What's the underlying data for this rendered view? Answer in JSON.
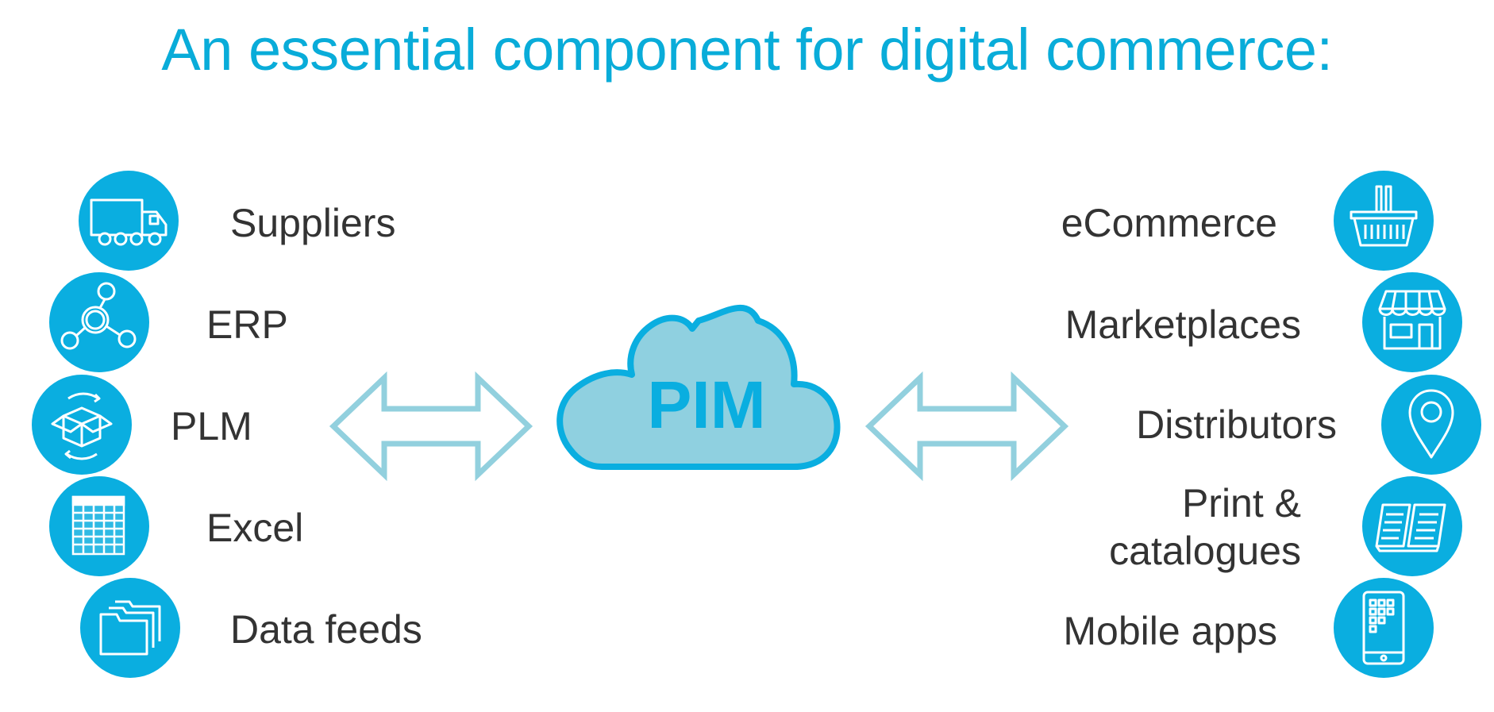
{
  "title": "An essential component for digital commerce:",
  "center": {
    "label": "PIM"
  },
  "sources": [
    {
      "label": "Suppliers",
      "icon": "truck-icon"
    },
    {
      "label": "ERP",
      "icon": "network-icon"
    },
    {
      "label": "PLM",
      "icon": "box-cycle-icon"
    },
    {
      "label": "Excel",
      "icon": "spreadsheet-icon"
    },
    {
      "label": "Data feeds",
      "icon": "folders-icon"
    }
  ],
  "channels": [
    {
      "label": "eCommerce",
      "icon": "basket-icon"
    },
    {
      "label": "Marketplaces",
      "icon": "storefront-icon"
    },
    {
      "label": "Distributors",
      "icon": "location-pin-icon"
    },
    {
      "label_line1": "Print &",
      "label_line2": "catalogues",
      "icon": "open-book-icon"
    },
    {
      "label": "Mobile apps",
      "icon": "tablet-icon"
    }
  ],
  "colors": {
    "accent": "#0aaee0",
    "cloud_fill": "#8fd0e0",
    "arrow": "#92d0de",
    "text": "#333333"
  }
}
